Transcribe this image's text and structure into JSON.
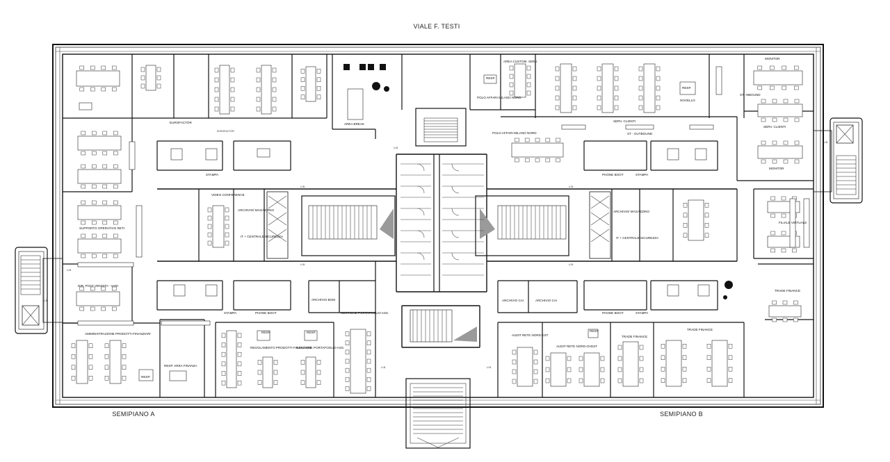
{
  "street": "VIALE F. TESTI",
  "sections": {
    "left": "SEMIPIANO A",
    "right": "SEMIPIANO B"
  },
  "rooms": {
    "eurofactor": "EUROFACTOR",
    "eurofactor_small": "EUROFACTOR",
    "area_break": "AREA BREAK",
    "stampa_1": "STAMPA",
    "stampa_2": "STAMPA",
    "stampa_3": "STAMPA",
    "stampa_4": "STAMPA",
    "video_conference": "VIDEO CONFERENCE",
    "archivio_magazzino_a": "ARCHIVIO/ MAGAZZINO",
    "it_centrale_a": "IT + CENTRALE SICUREZZA",
    "supporto_operativo": "SUPPORTO OPERATIVO RETI",
    "dir_post_vendita": "DIR. POST VENDITA - VARI",
    "phone_boot_1": "PHONE BOOT",
    "phone_boot_2": "PHONE BOOT",
    "phone_boot_3": "PHONE BOOT",
    "amministrazione": "AMMINISTRAZIONE PRODOTTI FINANZIARI",
    "resp_1": "RESP.",
    "resp_area_finanza": "RESP. AREA FINANZA",
    "resp_2": "RESP.",
    "regolamento": "REGOLAMENTO PRODOTTI FINANZIARI",
    "resp_3": "RESP.",
    "gestione_portafoglio_1": "GESTIONE PORTAFOGLIO ASS.",
    "gestione_portafoglio_2": "GESTIONE PORTAFOGLIO ASS.",
    "archivio_bom": "ARCHIVIO BOM",
    "area_custom": "AREA CUSTOM. SERV.",
    "resp_4": "RESP.",
    "polo_affari_nord": "POLO AFFARI MILANO NORD",
    "polo_affari_milano_nord": "POLO AFFARI MILANO NORD",
    "resp_5": "RESP.",
    "novello": "NOVELLO",
    "serv_clienti_1": "SERV. CLIENTI",
    "st_outbound": "ST - OUTBOUND",
    "monitor_1": "MONITOR",
    "st_inbound": "ST- INBOUND",
    "serv_clienti_2": "SERV. CLIENTI",
    "monitor_2": "MONITOR",
    "archivio_magazzino_b": "ARCHIVIO/ MAGAZZINO",
    "it_centrale_b": "IT + CENTRALE SICUREZZA",
    "filiale_virtuale": "FILIALE VIRTUALE",
    "trade_finance_1": "TRADE FINANCE",
    "archivio_cai_1": "ARCHIVIO CAI",
    "archivio_cai_2": "ARCHIVIO CAI",
    "audit_nord_est": "AUDIT RETE NORD-EST",
    "audit_nord_ovest": "AUDIT RETE NORD-OVEST",
    "trade_finance_2": "TRADE FINANCE",
    "trade_finance_3": "TRADE FINANCE",
    "resp_6": "RESP.",
    "ub_1": "U.B.",
    "ub_2": "U.B.",
    "ub_3": "U.B.",
    "ub_4": "U.B.",
    "ub_5": "U.B.",
    "ub_6": "U.B.",
    "ub_7": "U.B.",
    "ub_8": "U.B.",
    "ub_9": "U.B.",
    "ub_10": "U.B."
  }
}
